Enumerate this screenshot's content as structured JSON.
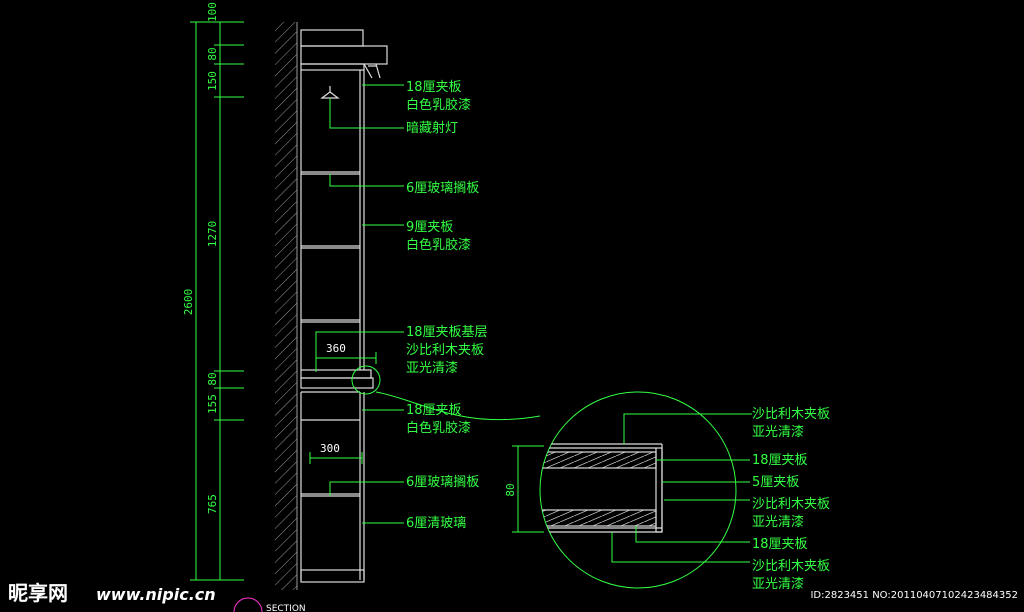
{
  "dimensions": {
    "overall": "2600",
    "top": "100",
    "d80a": "80",
    "d150": "150",
    "d1270": "1270",
    "d80b": "80",
    "d155": "155",
    "d765": "765",
    "depth360": "360",
    "depth300": "300",
    "detail80": "80"
  },
  "labels": {
    "l1a": "18厘夹板",
    "l1b": "白色乳胶漆",
    "l2": "暗藏射灯",
    "l3": "6厘玻璃搁板",
    "l4a": "9厘夹板",
    "l4b": "白色乳胶漆",
    "l5a": "18厘夹板基层",
    "l5b": "沙比利木夹板",
    "l5c": "亚光清漆",
    "l6a": "18厘夹板",
    "l6b": "白色乳胶漆",
    "l7": "6厘玻璃搁板",
    "l8": "6厘清玻璃"
  },
  "detail": {
    "d1a": "沙比利木夹板",
    "d1b": "亚光清漆",
    "d2": "18厘夹板",
    "d3": "5厘夹板",
    "d4a": "沙比利木夹板",
    "d4b": "亚光清漆",
    "d5": "18厘夹板",
    "d6a": "沙比利木夹板",
    "d6b": "亚光清漆"
  },
  "section_title": "SECTION",
  "watermark": {
    "logo": "昵享网",
    "url": "www.nipic.cn",
    "id": "ID:2823451 NO:20110407102423484352"
  },
  "colors": {
    "line": "#33ff44",
    "structure": "#dddddd",
    "background": "#000000"
  }
}
